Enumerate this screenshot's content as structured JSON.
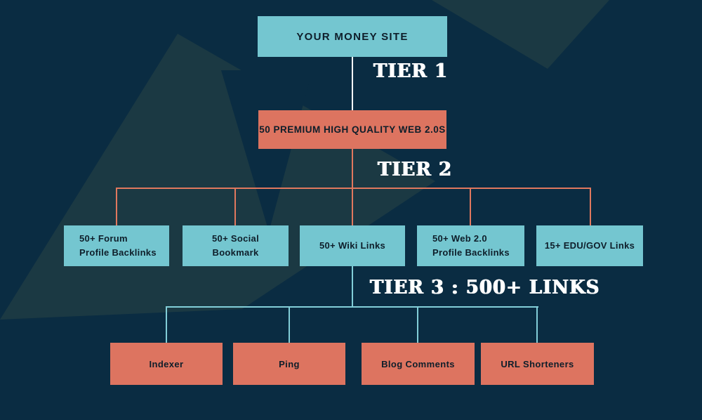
{
  "palette": {
    "background": "#0a2c42",
    "shape": "#1b3943",
    "teal_box": "#74c6d0",
    "salmon_box": "#dd7460",
    "box_text": "#0e1e2a",
    "tier_label_color": "#ffffff",
    "connector_white": "#fdfdfd",
    "connector_orange": "#e0785e",
    "connector_teal": "#82ced8"
  },
  "root_node": {
    "label": "YOUR MONEY SITE"
  },
  "tier_labels": {
    "tier1": "TIER 1",
    "tier2": "TIER 2",
    "tier3": "TIER 3 : 500+ LINKS"
  },
  "tier1_node": {
    "label": "50 PREMIUM  HIGH QUALITY WEB 2.0S"
  },
  "tier2_nodes": [
    {
      "line1": "50+ Forum",
      "line2": "Profile Backlinks"
    },
    {
      "line1": "50+ Social",
      "line2": "Bookmark"
    },
    {
      "line1": "50+ Wiki Links",
      "line2": ""
    },
    {
      "line1": "50+ Web 2.0",
      "line2": "Profile Backlinks"
    },
    {
      "line1": "15+ EDU/GOV Links",
      "line2": ""
    }
  ],
  "tier3_nodes": [
    {
      "label": "Indexer"
    },
    {
      "label": "Ping"
    },
    {
      "label": "Blog Comments"
    },
    {
      "label": "URL Shorteners"
    }
  ]
}
